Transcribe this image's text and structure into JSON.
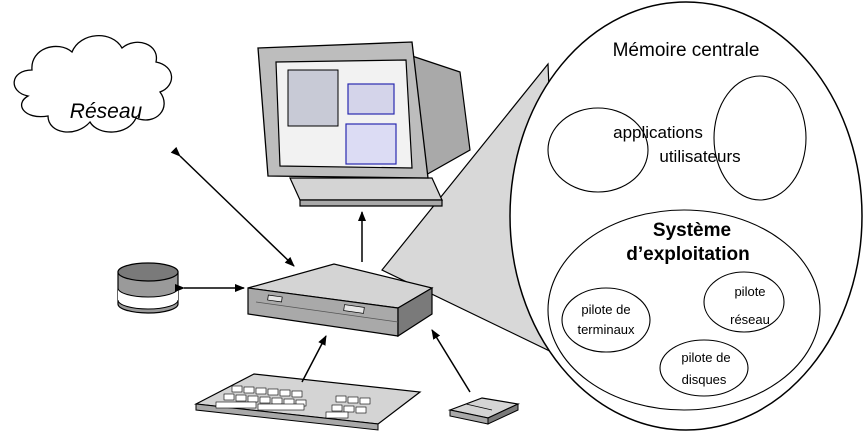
{
  "network": {
    "label": "Réseau"
  },
  "memory": {
    "title": "Mémoire centrale",
    "applications_line1": "applications",
    "applications_line2": "utilisateurs"
  },
  "os": {
    "title_line1": "Système",
    "title_line2": "d’exploitation",
    "drivers": [
      {
        "line1": "pilote de",
        "line2": "terminaux"
      },
      {
        "line1": "pilote",
        "line2": "réseau"
      },
      {
        "line1": "pilote de",
        "line2": "disques"
      }
    ]
  },
  "colors": {
    "screen_window_grey": "#c8cad6",
    "screen_window_blue": "#dcdcf4",
    "screen_window_border": "#2a2ab0",
    "device_grey": "#a9a9a9",
    "device_dark": "#7a7a7a",
    "device_light": "#d4d4d4"
  }
}
